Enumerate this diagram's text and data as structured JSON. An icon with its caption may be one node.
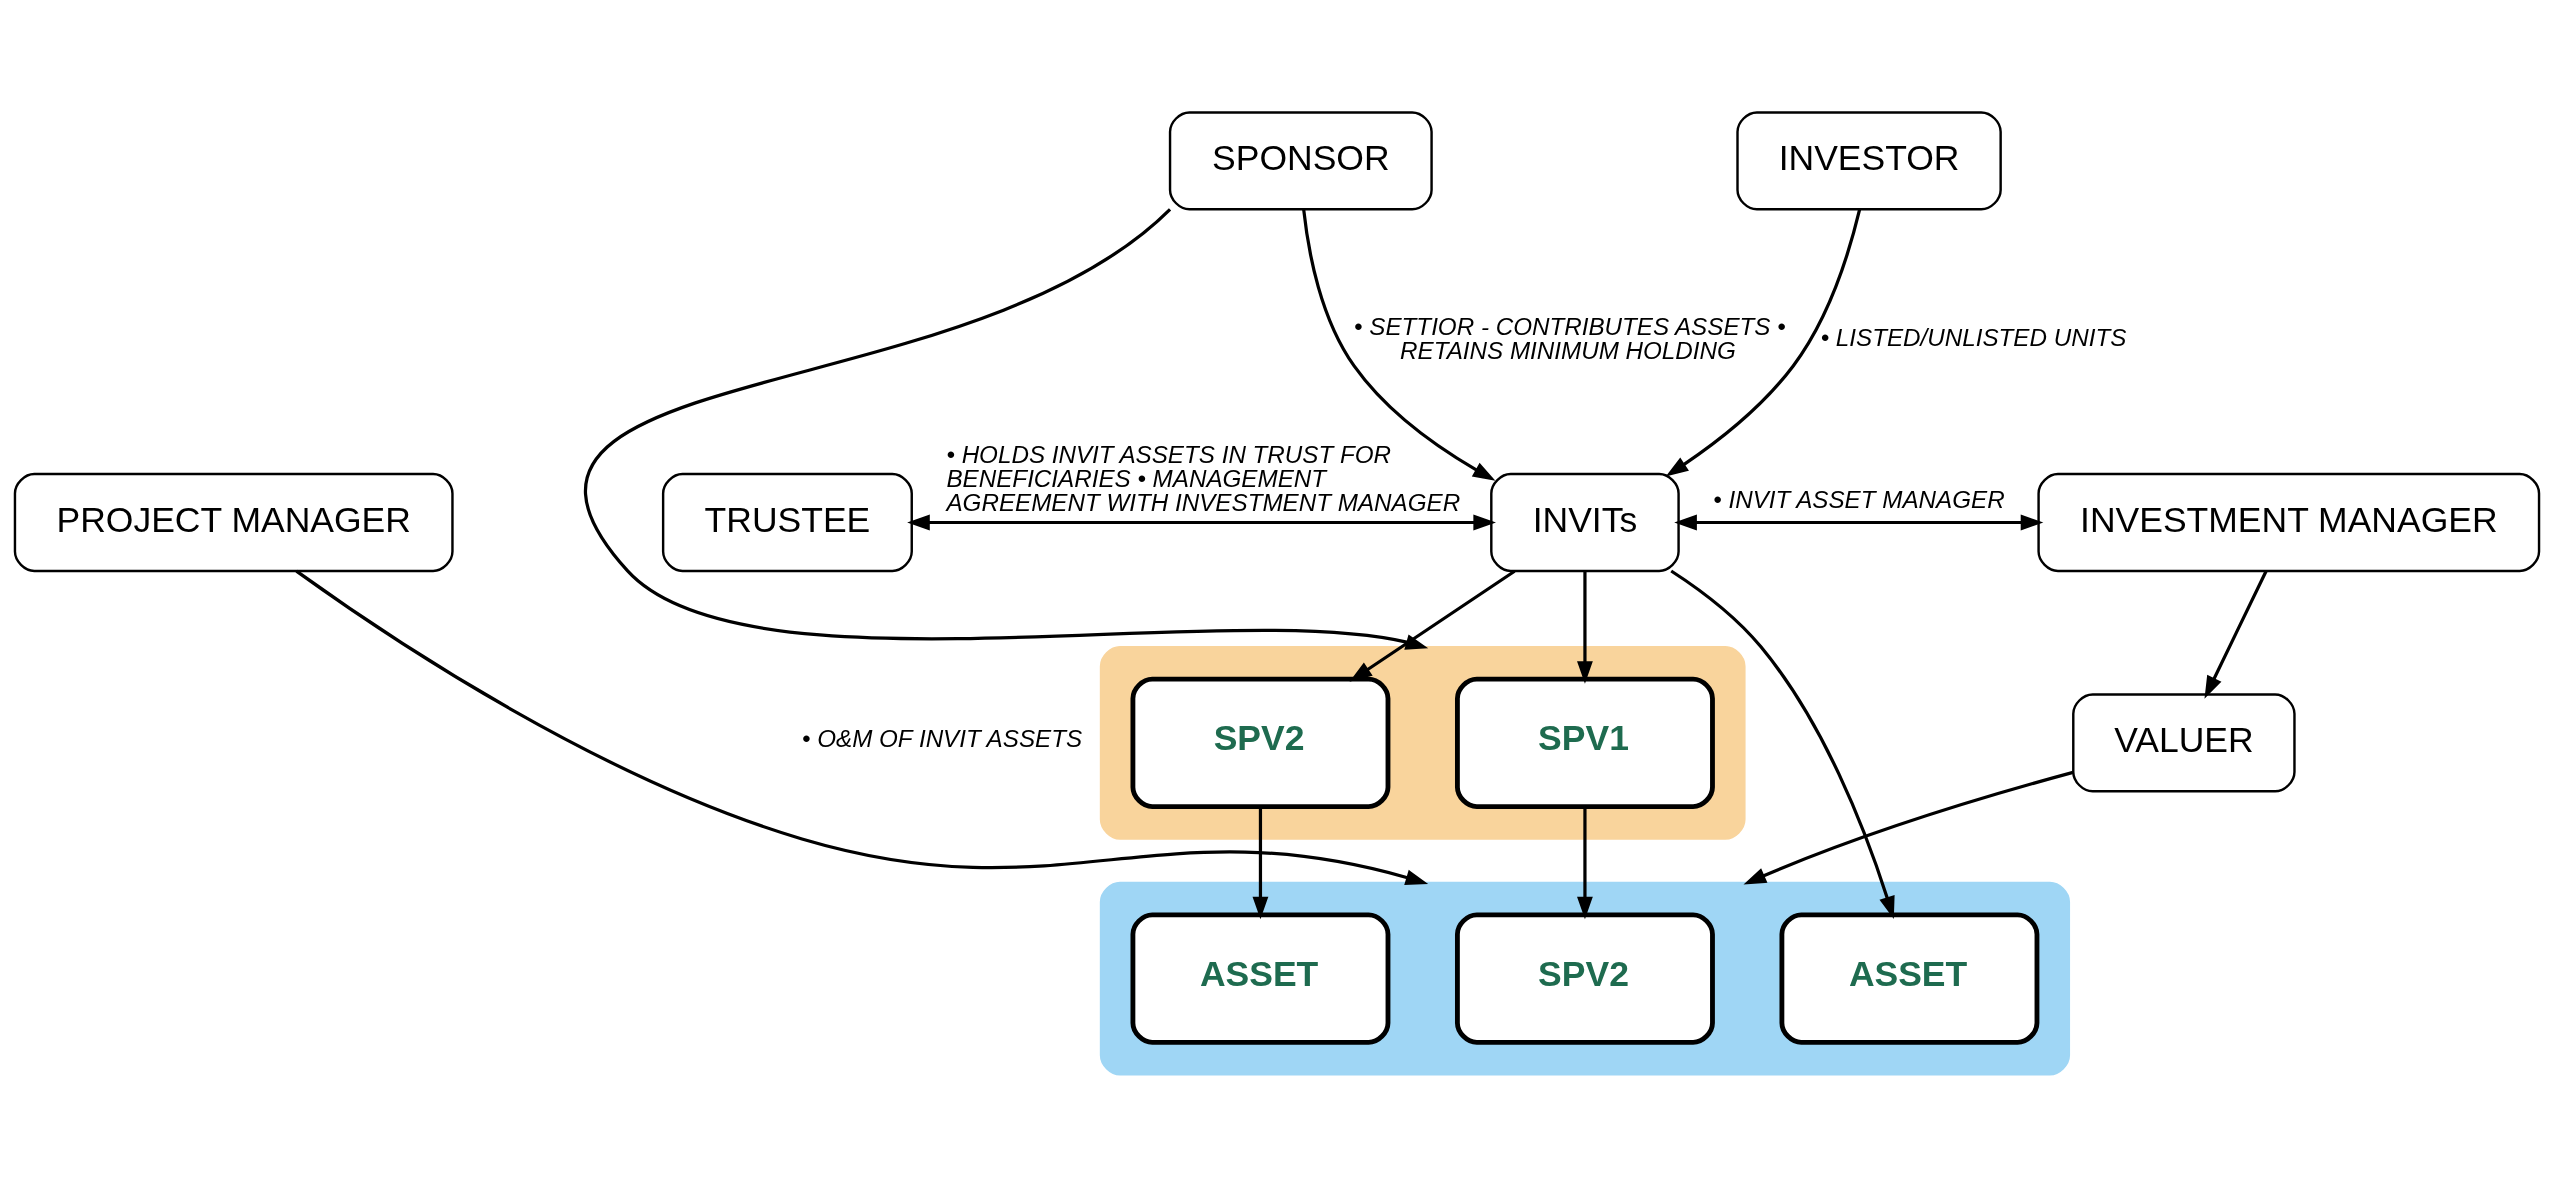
{
  "diagram": {
    "nodes": [
      {
        "text": [
          "SPONSOR"
        ]
      },
      {
        "text": [
          "INVESTOR"
        ]
      },
      {
        "text": [
          "TRUSTEE"
        ]
      },
      {
        "text": [
          "INVITs"
        ]
      },
      {
        "text": [
          "INVESTMENT MANAGER"
        ]
      },
      {
        "text": [],
        "shape": "box"
      },
      {
        "text": [
          "SPV1"
        ],
        "in": 5
      },
      {
        "text": [
          "SPV2"
        ],
        "in": 5
      },
      {
        "text": [
          "PROJECT MANAGER"
        ]
      },
      {
        "text": [],
        "shape": "box"
      },
      {
        "text": [
          "SPV2"
        ],
        "in": 9
      },
      {
        "text": [
          "ASSET"
        ],
        "in": 9
      },
      {
        "text": [
          "ASSET"
        ],
        "in": 9
      },
      {
        "text": [
          "VALUER"
        ]
      }
    ],
    "edges": [
      {
        "from": 0,
        "to": 3,
        "arrow": "to",
        "label": "• SETTIOR - CONTRIBUTES ASSETS • RETAINS MINIMUM HOLDING"
      },
      {
        "from": 1,
        "to": 3,
        "arrow": "to",
        "label": "• LISTED/UNLISTED UNITS"
      },
      {
        "from": 2,
        "to": 3,
        "arrow": "both",
        "label": "• HOLDS INVIT ASSETS IN TRUST FOR BENEFICIARIES • MANAGEMENT AGREEMENT WITH INVESTMENT MANAGER"
      },
      {
        "from": 3,
        "to": 4,
        "arrow": "both",
        "label": "• INVIT ASSET MANAGER"
      },
      {
        "from": 3,
        "to": 6,
        "arrow": "to"
      },
      {
        "from": 3,
        "to": 7,
        "arrow": "to"
      },
      {
        "from": 3,
        "to": 12,
        "arrow": "to"
      },
      {
        "from": 0,
        "to": 5,
        "arrow": "to"
      },
      {
        "from": 6,
        "to": 10,
        "arrow": "to"
      },
      {
        "from": 7,
        "to": 11,
        "arrow": "to"
      },
      {
        "from": 8,
        "to": 9,
        "arrow": "to",
        "label": "• O&M OF INVIT ASSETS"
      },
      {
        "from": 4,
        "to": 13,
        "arrow": "to"
      },
      {
        "from": 13,
        "to": 9,
        "arrow": "to"
      }
    ]
  }
}
